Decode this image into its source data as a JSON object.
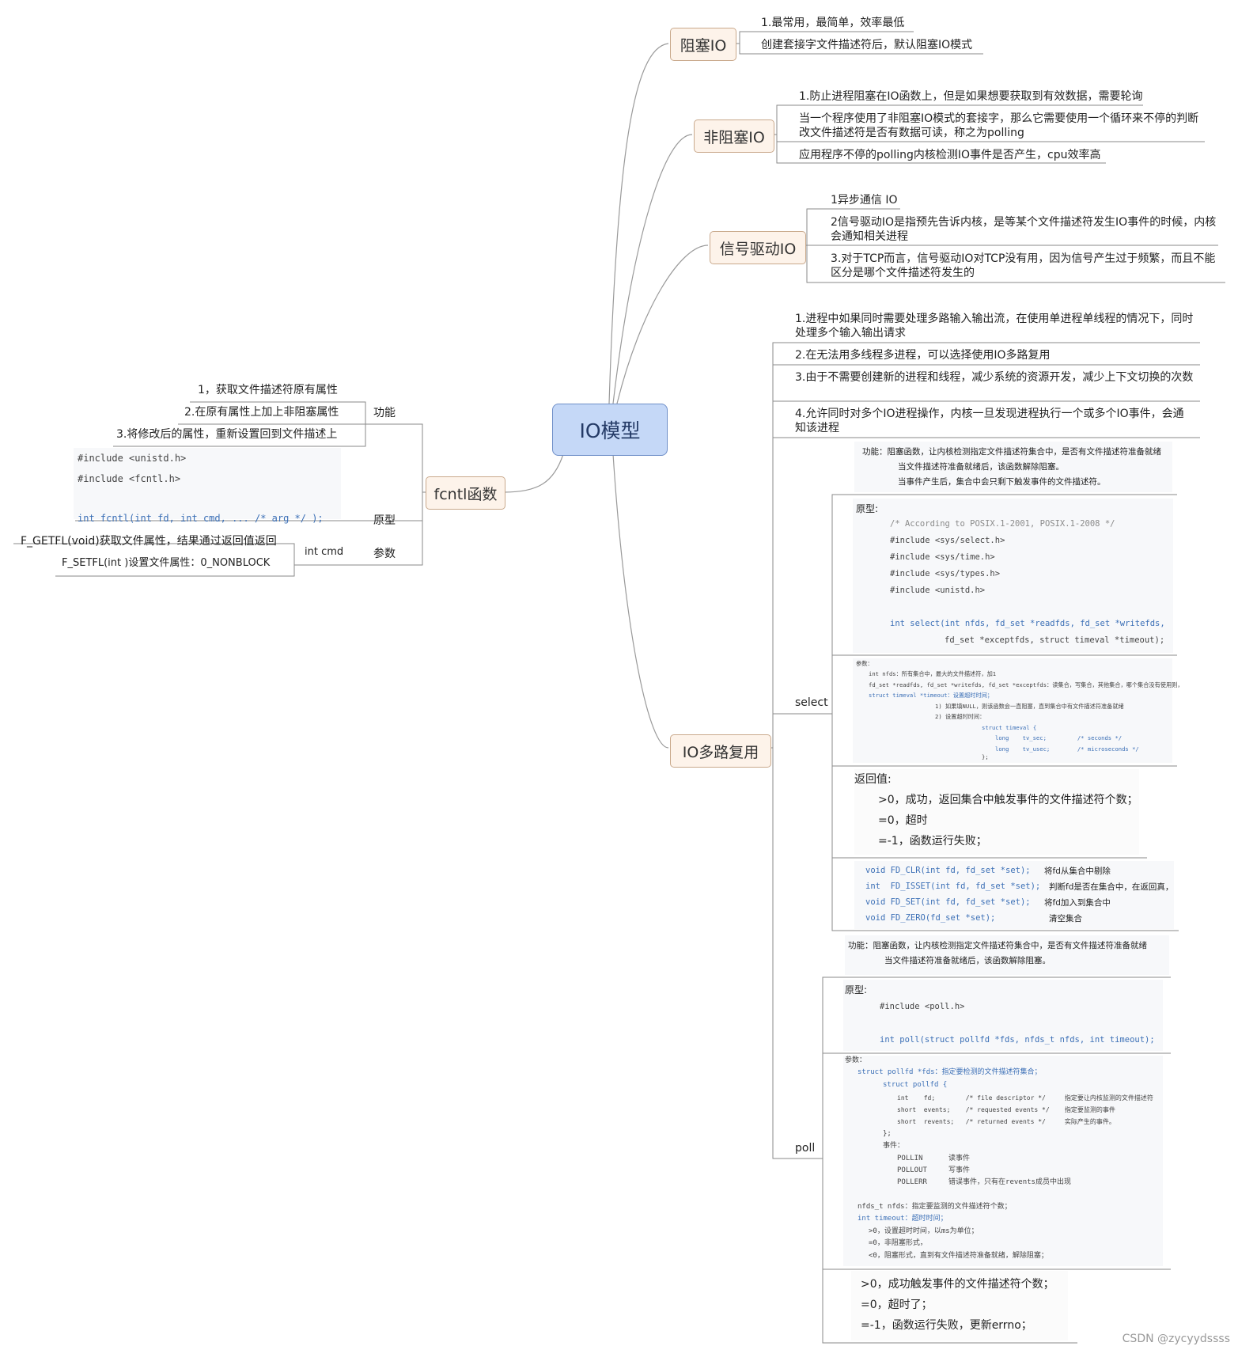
{
  "root": "IO模型",
  "blocking": {
    "label": "阻塞IO",
    "items": [
      "1.最常用，最简单，效率最低",
      "创建套接字文件描述符后，默认阻塞IO模式"
    ]
  },
  "nonblocking": {
    "label": "非阻塞IO",
    "items": [
      "1.防止进程阻塞在IO函数上，但是如果想要获取到有效数据，需要轮询",
      "当一个程序使用了非阻塞IO模式的套接字，那么它需要使用一个循环来不停的判断改文件描述符是否有数据可读，称之为polling",
      "应用程序不停的polling内核检测IO事件是否产生，cpu效率高"
    ]
  },
  "signal": {
    "label": "信号驱动IO",
    "items": [
      "1异步通信 IO",
      "2信号驱动IO是指预先告诉内核，是等某个文件描述符发生IO事件的时候，内核会通知相关进程",
      "3.对于TCP而言，信号驱动IO对TCP没有用，因为信号产生过于频繁，而且不能区分是哪个文件描述符发生的"
    ]
  },
  "multiplex": {
    "label": "IO多路复用",
    "items": [
      "1.进程中如果同时需要处理多路输入输出流，在使用单进程单线程的情况下，同时处理多个输入输出请求",
      "2.在无法用多线程多进程，可以选择使用IO多路复用",
      "3.由于不需要创建新的进程和线程，减少系统的资源开发，减少上下文切换的次数",
      "4.允许同时对多个IO进程操作，内核一旦发现进程执行一个或多个IO事件，会通知该进程"
    ],
    "select_label": "select",
    "poll_label": "poll"
  },
  "select": {
    "func": [
      "功能：阻塞函数，让内核检测指定文件描述符集合中，是否有文件描述符准备就绪",
      "当文件描述符准备就绪后，该函数解除阻塞。",
      "当事件产生后，集合中会只剩下触发事件的文件描述符。"
    ],
    "proto_title": "原型:",
    "proto": [
      "/* According to POSIX.1-2001, POSIX.1-2008 */",
      "#include <sys/select.h>",
      "#include <sys/time.h>",
      "#include <sys/types.h>",
      "#include <unistd.h>",
      "int select(int nfds, fd_set *readfds, fd_set *writefds,",
      "fd_set *exceptfds, struct timeval *timeout);"
    ],
    "params": [
      "参数：",
      "int nfds：所有集合中，最大的文件描述符，加1",
      "fd_set *readfds, fd_set *writefds, fd_set *exceptfds：读集合，写集合，其他集合，哪个集合没有使用则，",
      "struct timeval *timeout：设置超时时间；",
      "1) 如果填NULL，则该函数会一直阻塞，直到集合中有文件描述符准备就绪",
      "2) 设置超时时间：",
      "struct timeval {",
      "long    tv_sec;         /* seconds */",
      "long    tv_usec;        /* microseconds */",
      "};"
    ],
    "ret_title": "返回值:",
    "ret": [
      ">0，成功，返回集合中触发事件的文件描述符个数；",
      "=0，超时",
      "=-1，函数运行失败；"
    ],
    "macros": [
      {
        "code": "void FD_CLR(int fd, fd_set *set);",
        "desc": "将fd从集合中剔除"
      },
      {
        "code": "int  FD_ISSET(int fd, fd_set *set);",
        "desc": "判断fd是否在集合中，在返回真，"
      },
      {
        "code": "void FD_SET(int fd, fd_set *set);",
        "desc": "将fd加入到集合中"
      },
      {
        "code": "void FD_ZERO(fd_set *set);",
        "desc": "清空集合"
      }
    ]
  },
  "poll": {
    "func": [
      "功能：阻塞函数，让内核检测指定文件描述符集合中，是否有文件描述符准备就绪",
      "当文件描述符准备就绪后，该函数解除阻塞。"
    ],
    "proto_title": "原型:",
    "proto": [
      "#include <poll.h>",
      "int poll(struct pollfd *fds, nfds_t nfds, int timeout);"
    ],
    "params": [
      "参数：",
      "struct pollfd *fds：指定要检测的文件描述符集合；",
      "struct pollfd {",
      "int    fd;        /* file descriptor */     指定要让内核监测的文件描述符",
      "short  events;    /* requested events */    指定要监测的事件",
      "short  revents;   /* returned events */     实际产生的事件。",
      "};",
      "事件：",
      "POLLIN      读事件",
      "POLLOUT     写事件",
      "POLLERR     错误事件，只有在revents成员中出现",
      "nfds_t nfds：指定要监测的文件描述符个数；",
      "int timeout：超时时间；",
      ">0，设置超时时间，以ms为单位；",
      "=0，非阻塞形式，",
      "<0，阻塞形式，直到有文件描述符准备就绪，解除阻塞；"
    ],
    "ret": [
      ">0，成功触发事件的文件描述符个数；",
      "=0，超时了；",
      "=-1，函数运行失败，更新errno；"
    ]
  },
  "fcntl": {
    "label": "fcntl函数",
    "func_label": "功能",
    "func_items": [
      "1，获取文件描述符原有属性",
      "2.在原有属性上加上非阻塞属性",
      "3.将修改后的属性，重新设置回到文件描述上"
    ],
    "proto_label": "原型",
    "proto": [
      "#include <unistd.h>",
      "#include <fcntl.h>",
      "int fcntl(int fd, int cmd, ... /* arg */ );"
    ],
    "param_label": "参数",
    "cmd_label": "int cmd",
    "cmd_items": [
      "F_GETFL(void)获取文件属性，结果通过返回值返回",
      "F_SETFL(int )设置文件属性：0_NONBLOCK"
    ]
  },
  "watermark": "CSDN @zycyydssss"
}
